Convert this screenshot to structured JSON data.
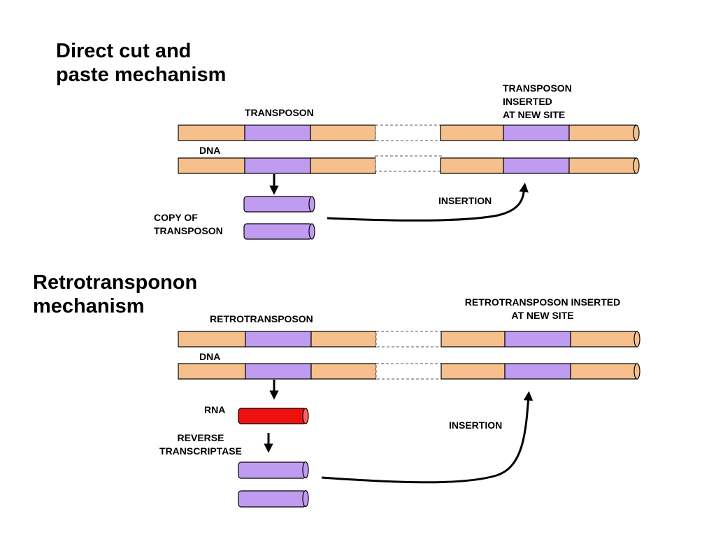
{
  "colors": {
    "dna_segment": "#f5c08b",
    "transposon": "#bf9cf0",
    "rna": "#ee0f0f",
    "outline": "#000000",
    "empty_site_border": "#555555"
  },
  "section1": {
    "title_lines": [
      "Direct cut and",
      "paste mechanism"
    ],
    "labels": {
      "transposon": "TRANSPOSON",
      "dna": "DNA",
      "copy_lines": [
        "COPY OF",
        "TRANSPOSON"
      ],
      "insertion": "INSERTION",
      "inserted_lines": [
        "TRANSPOSON",
        "INSERTED",
        "AT NEW SITE"
      ]
    }
  },
  "section2": {
    "title_lines": [
      "Retrotransponon",
      "mechanism"
    ],
    "labels": {
      "retrotransposon": "RETROTRANSPOSON",
      "dna": "DNA",
      "rna": "RNA",
      "reverse_lines": [
        "REVERSE",
        "TRANSCRIPTASE"
      ],
      "insertion": "INSERTION",
      "inserted_lines": [
        "RETROTRANSPOSON INSERTED",
        "AT NEW SITE"
      ]
    }
  }
}
